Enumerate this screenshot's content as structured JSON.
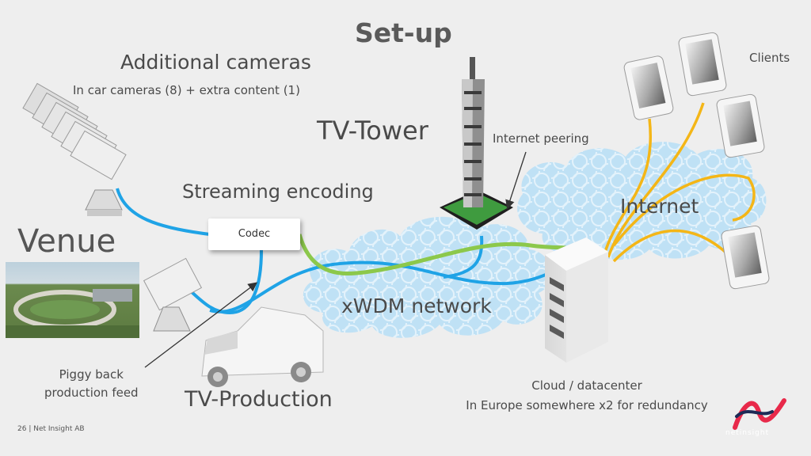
{
  "title": "Set-up",
  "additional_cameras": {
    "title": "Additional cameras",
    "subtitle": "In car cameras (8) + extra content (1)"
  },
  "tv_tower": "TV-Tower",
  "internet_peering": "Internet peering",
  "clients": "Clients",
  "streaming_encoding": "Streaming encoding",
  "codec": "Codec",
  "internet": "Internet",
  "venue": "Venue",
  "xwdm_network": "xWDM network",
  "piggy_back": "Piggy back\nproduction feed",
  "tv_production": "TV-Production",
  "cloud_datacenter": "Cloud / datacenter\nIn Europe somewhere x2 for redundancy",
  "footer": "26  |  Net Insight AB",
  "brand_text": "netinsight",
  "colors": {
    "background": "#eeeeee",
    "cloud_fill": "#bfe1f5",
    "blue_link": "#1fa3e6",
    "green_link": "#8cc84b",
    "yellow_link": "#f4b617",
    "logo_red": "#e8294a",
    "logo_navy": "#1d2a56"
  }
}
